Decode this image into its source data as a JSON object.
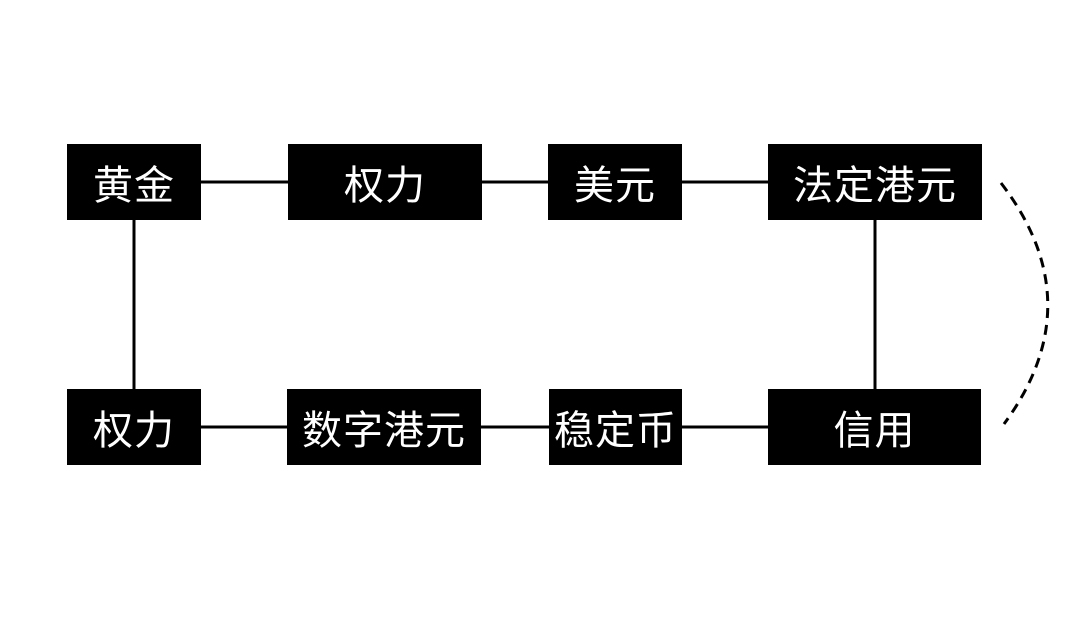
{
  "diagram": {
    "background_color": "#ffffff",
    "node_fill_color": "#000000",
    "node_text_color": "#ffffff",
    "edge_color": "#000000",
    "nodes": [
      {
        "id": "gold",
        "label": "黄金",
        "row": "top",
        "col": 1
      },
      {
        "id": "power-top",
        "label": "权力",
        "row": "top",
        "col": 2
      },
      {
        "id": "usd",
        "label": "美元",
        "row": "top",
        "col": 3
      },
      {
        "id": "fiat-hkd",
        "label": "法定港元",
        "row": "top",
        "col": 4
      },
      {
        "id": "power-bottom",
        "label": "权力",
        "row": "bottom",
        "col": 1
      },
      {
        "id": "digital-hkd",
        "label": "数字港元",
        "row": "bottom",
        "col": 2
      },
      {
        "id": "stablecoin",
        "label": "稳定币",
        "row": "bottom",
        "col": 3
      },
      {
        "id": "credit",
        "label": "信用",
        "row": "bottom",
        "col": 4
      }
    ],
    "edges": [
      {
        "from": "gold",
        "to": "power-top",
        "style": "solid"
      },
      {
        "from": "power-top",
        "to": "usd",
        "style": "solid"
      },
      {
        "from": "usd",
        "to": "fiat-hkd",
        "style": "solid"
      },
      {
        "from": "gold",
        "to": "power-bottom",
        "style": "solid"
      },
      {
        "from": "fiat-hkd",
        "to": "credit",
        "style": "solid"
      },
      {
        "from": "power-bottom",
        "to": "digital-hkd",
        "style": "solid"
      },
      {
        "from": "digital-hkd",
        "to": "stablecoin",
        "style": "solid"
      },
      {
        "from": "stablecoin",
        "to": "credit",
        "style": "solid"
      },
      {
        "from": "fiat-hkd",
        "to": "credit",
        "style": "dashed-arc"
      }
    ]
  }
}
